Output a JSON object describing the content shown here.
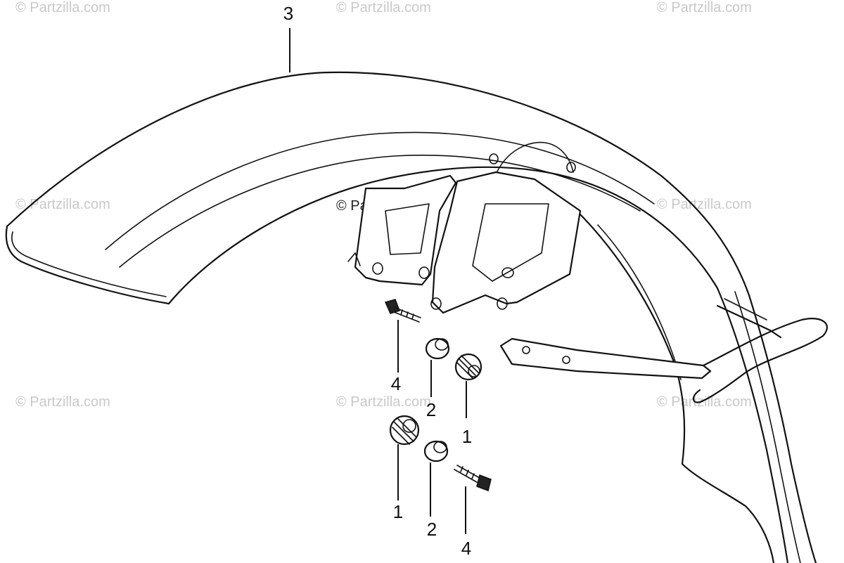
{
  "watermark": {
    "text": "© Partzilla.com"
  },
  "callouts": {
    "fender": "3",
    "upper_bolt": "4",
    "upper_collar": "2",
    "upper_rubber": "1",
    "lower_rubber": "1",
    "lower_collar": "2",
    "lower_bolt": "4"
  }
}
